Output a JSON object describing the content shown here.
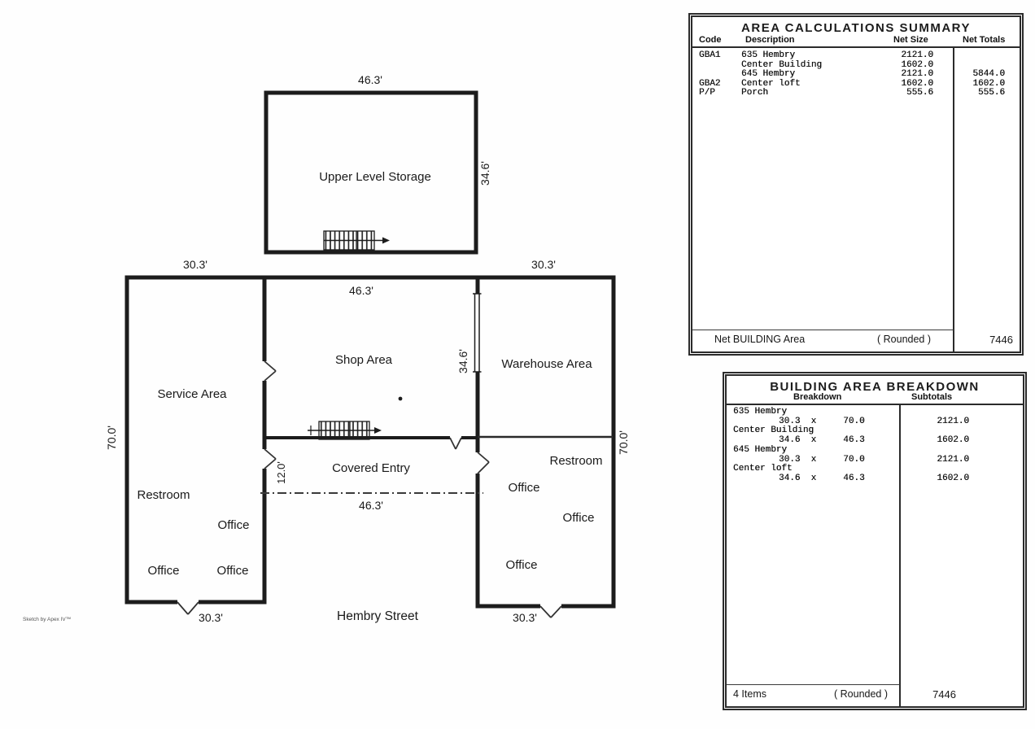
{
  "ink_color": "#1a1a1a",
  "plan": {
    "credit": "Sketch by Apex IV™",
    "street": "Hembry Street",
    "rooms": {
      "upper_storage": "Upper Level Storage",
      "service": "Service Area",
      "l_restroom": "Restroom",
      "l_office1": "Office",
      "l_office2": "Office",
      "l_office3": "Office",
      "shop": "Shop Area",
      "covered_entry": "Covered Entry",
      "warehouse": "Warehouse Area",
      "r_restroom": "Restroom",
      "r_office1": "Office",
      "r_office2": "Office",
      "r_office3": "Office"
    },
    "dims": {
      "upper_w": "46.3'",
      "upper_h": "34.6'",
      "left_top": "30.3'",
      "left_side": "70.0'",
      "left_bottom": "30.3'",
      "center_top": "46.3'",
      "center_side": "34.6'",
      "entry_depth": "12.0'",
      "center_bottom": "46.3'",
      "right_top": "30.3'",
      "right_side": "70.0'",
      "right_bottom": "30.3'"
    }
  },
  "summary_table": {
    "title": "AREA CALCULATIONS SUMMARY",
    "columns": {
      "code": "Code",
      "description": "Description",
      "net_size": "Net Size",
      "net_totals": "Net Totals"
    },
    "rows": [
      {
        "code": "GBA1",
        "description": "635 Hembry",
        "net_size": "2121.0",
        "net_total": ""
      },
      {
        "code": "",
        "description": "Center Building",
        "net_size": "1602.0",
        "net_total": ""
      },
      {
        "code": "",
        "description": "645 Hembry",
        "net_size": "2121.0",
        "net_total": "5844.0"
      },
      {
        "code": "GBA2",
        "description": "Center loft",
        "net_size": "1602.0",
        "net_total": "1602.0"
      },
      {
        "code": "P/P",
        "description": "Porch",
        "net_size": "555.6",
        "net_total": "555.6"
      }
    ],
    "footer": {
      "label": "Net BUILDING Area",
      "rounded": "( Rounded )",
      "total": "7446"
    }
  },
  "breakdown_table": {
    "title": "BUILDING AREA BREAKDOWN",
    "columns": {
      "breakdown": "Breakdown",
      "subtotals": "Subtotals"
    },
    "rows": [
      {
        "name": "635 Hembry",
        "calc": "30.3  x     70.0",
        "subtotal": "2121.0"
      },
      {
        "name": "Center Building",
        "calc": "34.6  x     46.3",
        "subtotal": "1602.0"
      },
      {
        "name": "645 Hembry",
        "calc": "30.3  x     70.0",
        "subtotal": "2121.0"
      },
      {
        "name": "Center loft",
        "calc": "34.6  x     46.3",
        "subtotal": "1602.0"
      }
    ],
    "footer": {
      "label": "4 Items",
      "rounded": "( Rounded )",
      "total": "7446"
    }
  }
}
